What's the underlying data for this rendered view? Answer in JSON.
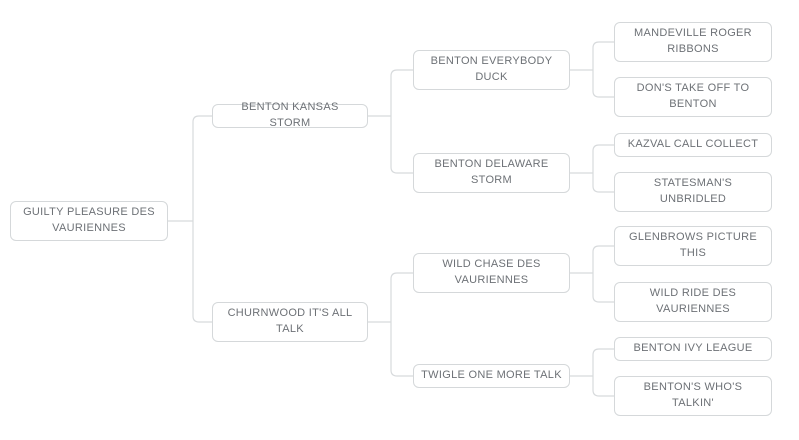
{
  "diagram": {
    "type": "pedigree-tree",
    "generations": 4,
    "line_color": "#d7dadc",
    "node_border_color": "#d5d8da",
    "node_text_color": "#6d7176",
    "background_color": "#ffffff"
  },
  "nodes": [
    {
      "label": "GUILTY PLEASURE DES VAURIENNES",
      "generation": 1,
      "role": "subject"
    },
    {
      "label": "BENTON KANSAS STORM",
      "generation": 2,
      "role": "sire"
    },
    {
      "label": "CHURNWOOD IT'S ALL TALK",
      "generation": 2,
      "role": "dam"
    },
    {
      "label": "BENTON EVERYBODY DUCK",
      "generation": 3,
      "role": "sire's sire"
    },
    {
      "label": "BENTON DELAWARE STORM",
      "generation": 3,
      "role": "sire's dam"
    },
    {
      "label": "WILD CHASE DES VAURIENNES",
      "generation": 3,
      "role": "dam's sire"
    },
    {
      "label": "TWIGLE ONE MORE TALK",
      "generation": 3,
      "role": "dam's dam"
    },
    {
      "label": "MANDEVILLE ROGER RIBBONS",
      "generation": 4,
      "role": "great-grandparent"
    },
    {
      "label": "DON'S TAKE OFF TO BENTON",
      "generation": 4,
      "role": "great-grandparent"
    },
    {
      "label": "KAZVAL CALL COLLECT",
      "generation": 4,
      "role": "great-grandparent"
    },
    {
      "label": "STATESMAN'S UNBRIDLED",
      "generation": 4,
      "role": "great-grandparent"
    },
    {
      "label": "GLENBROWS PICTURE THIS",
      "generation": 4,
      "role": "great-grandparent"
    },
    {
      "label": "WILD RIDE DES VAURIENNES",
      "generation": 4,
      "role": "great-grandparent"
    },
    {
      "label": "BENTON IVY LEAGUE",
      "generation": 4,
      "role": "great-grandparent"
    },
    {
      "label": "BENTON'S WHO'S TALKIN'",
      "generation": 4,
      "role": "great-grandparent"
    }
  ],
  "relations": [
    {
      "parent": "GUILTY PLEASURE DES VAURIENNES",
      "children": [
        "BENTON KANSAS STORM",
        "CHURNWOOD IT'S ALL TALK"
      ]
    },
    {
      "parent": "BENTON KANSAS STORM",
      "children": [
        "BENTON EVERYBODY DUCK",
        "BENTON DELAWARE STORM"
      ]
    },
    {
      "parent": "CHURNWOOD IT'S ALL TALK",
      "children": [
        "WILD CHASE DES VAURIENNES",
        "TWIGLE ONE MORE TALK"
      ]
    },
    {
      "parent": "BENTON EVERYBODY DUCK",
      "children": [
        "MANDEVILLE ROGER RIBBONS",
        "DON'S TAKE OFF TO BENTON"
      ]
    },
    {
      "parent": "BENTON DELAWARE STORM",
      "children": [
        "KAZVAL CALL COLLECT",
        "STATESMAN'S UNBRIDLED"
      ]
    },
    {
      "parent": "WILD CHASE DES VAURIENNES",
      "children": [
        "GLENBROWS PICTURE THIS",
        "WILD RIDE DES VAURIENNES"
      ]
    },
    {
      "parent": "TWIGLE ONE MORE TALK",
      "children": [
        "BENTON IVY LEAGUE",
        "BENTON'S WHO'S TALKIN'"
      ]
    }
  ]
}
